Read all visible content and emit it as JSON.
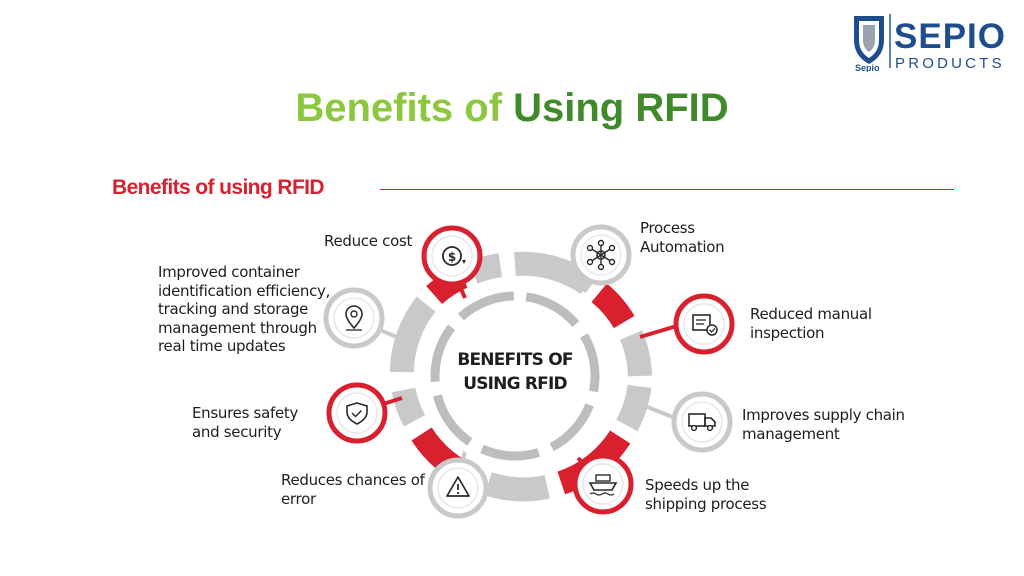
{
  "logo": {
    "brand": "SEPIO",
    "subline": "PRODUCTS",
    "small_mark": "Sepio"
  },
  "slide": {
    "title_part1": "Benefits of ",
    "title_part2": "Using RFID"
  },
  "infographic": {
    "heading": "Benefits of using RFID",
    "center_line1": "BENEFITS OF",
    "center_line2": "USING RFID",
    "benefits": [
      {
        "label": "Reduce cost",
        "icon": "dollar-coin-icon"
      },
      {
        "label": "Process Automation",
        "icon": "network-nodes-icon"
      },
      {
        "label": "Reduced manual inspection",
        "icon": "document-check-icon"
      },
      {
        "label": "Improves supply chain management",
        "icon": "delivery-truck-icon"
      },
      {
        "label": "Speeds up the shipping process",
        "icon": "cargo-ship-icon"
      },
      {
        "label": "Reduces chances of error",
        "icon": "warning-triangle-icon"
      },
      {
        "label": "Ensures safety and security",
        "icon": "shield-check-icon"
      },
      {
        "label": "Improved container identification efficiency, tracking and storage management through real time updates",
        "icon": "location-pin-icon"
      }
    ],
    "colors": {
      "accent_red": "#d8202f",
      "segment_gray": "#c9c9c9",
      "text": "#1e1e1e"
    }
  }
}
